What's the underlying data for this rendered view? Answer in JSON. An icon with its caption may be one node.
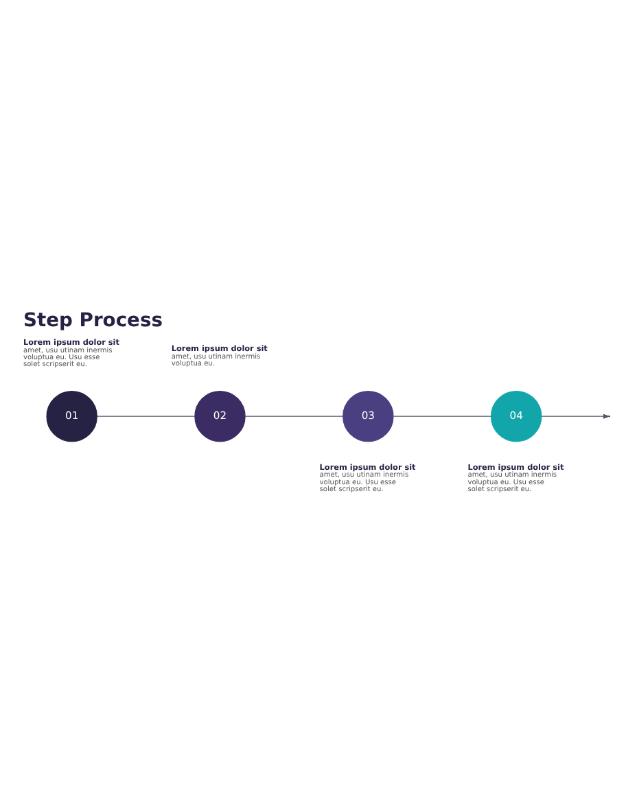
{
  "diagram": {
    "title": "Step Process",
    "nodes": [
      {
        "text": [
          "01"
        ],
        "beside": [
          "Lorem ipsum dolor sit",
          "amet, usu utinam inermis voluptua eu. Usu esse solet scripserit eu."
        ]
      },
      {
        "text": [
          "02"
        ],
        "beside": [
          "Lorem ipsum dolor sit",
          "amet, usu utinam inermis voluptua eu."
        ]
      },
      {
        "text": [
          "03"
        ],
        "beside": [
          "Lorem ipsum dolor sit",
          "amet, usu utinam inermis voluptua eu. Usu esse solet scripserit eu."
        ]
      },
      {
        "text": [
          "04"
        ],
        "beside": [
          "Lorem ipsum dolor sit",
          "amet, usu utinam inermis voluptua eu. Usu esse solet scripserit eu."
        ]
      }
    ],
    "edges": [
      {
        "from": 0,
        "to": 1,
        "arrow": "none"
      },
      {
        "from": 1,
        "to": 2,
        "arrow": "none"
      },
      {
        "from": 2,
        "to": 3,
        "arrow": "none"
      },
      {
        "from": 3,
        "to": null,
        "arrow": "to"
      }
    ]
  }
}
